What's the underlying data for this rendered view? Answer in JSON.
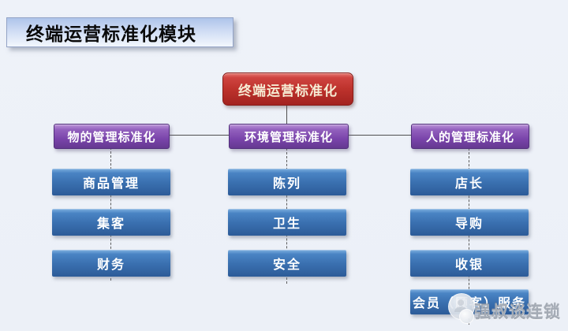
{
  "page": {
    "title": "终端运营标准化模块"
  },
  "colors": {
    "background": "#edf1f8",
    "root_red": "#b5312b",
    "branch_purple": "#7a45ab",
    "leaf_blue": "#3a70b0",
    "connector": "#4f4f4f",
    "watermark_gray": "#a4abb5"
  },
  "chart": {
    "type": "hierarchy-diagram",
    "root": {
      "label": "终端运营标准化"
    },
    "branches": [
      {
        "label": "物的管理标准化",
        "children": [
          "商品管理",
          "集客",
          "财务"
        ]
      },
      {
        "label": "环境管理标准化",
        "children": [
          "陈列",
          "卫生",
          "安全"
        ]
      },
      {
        "label": "人的管理标准化",
        "children": [
          "店长",
          "导购",
          "收银",
          "会员（顾客）服务"
        ]
      }
    ]
  },
  "watermark": {
    "text": "强叔谈连锁",
    "logo": "avatar-icon"
  }
}
